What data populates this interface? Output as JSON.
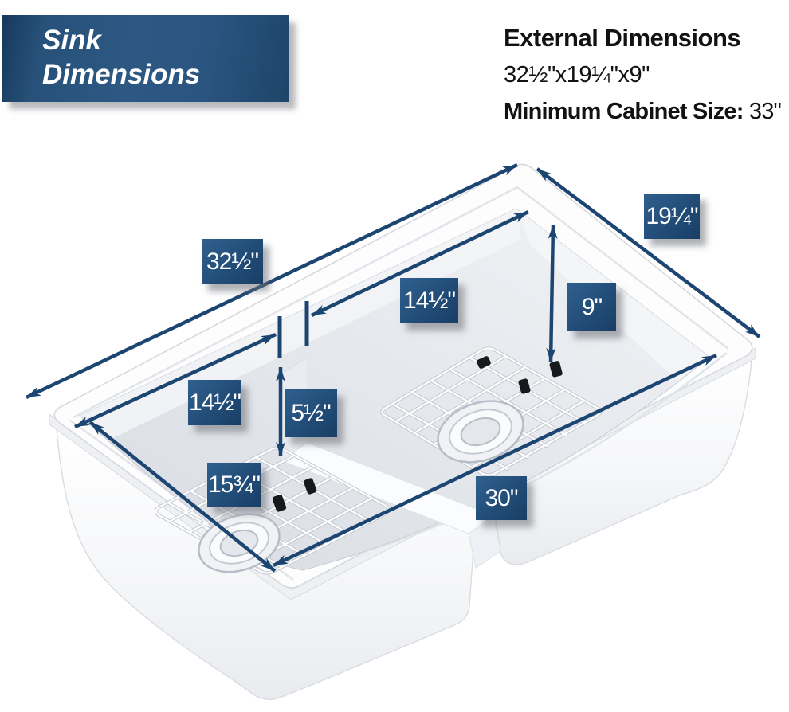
{
  "banner": {
    "line1": "Sink",
    "line2": "Dimensions"
  },
  "external": {
    "title": "External Dimensions",
    "size": "32½\"x19¼\"x9\"",
    "cabinet_label": "Minimum Cabinet Size:",
    "cabinet_value": "33\""
  },
  "dimensions": {
    "overall_length": "32½\"",
    "overall_width": "19¼\"",
    "right_bowl_width": "14½\"",
    "left_bowl_width": "14½\"",
    "bowl_depth": "9\"",
    "divider_height": "5½\"",
    "bowl_front_to_back": "15¾\"",
    "bottom_length": "30\""
  },
  "colors": {
    "accent_blue": "#1c4571",
    "label_background": "#24507c",
    "banner_background": "#2a5580",
    "sink_white": "#ffffff",
    "interior_gray": "#e0e4e9"
  }
}
